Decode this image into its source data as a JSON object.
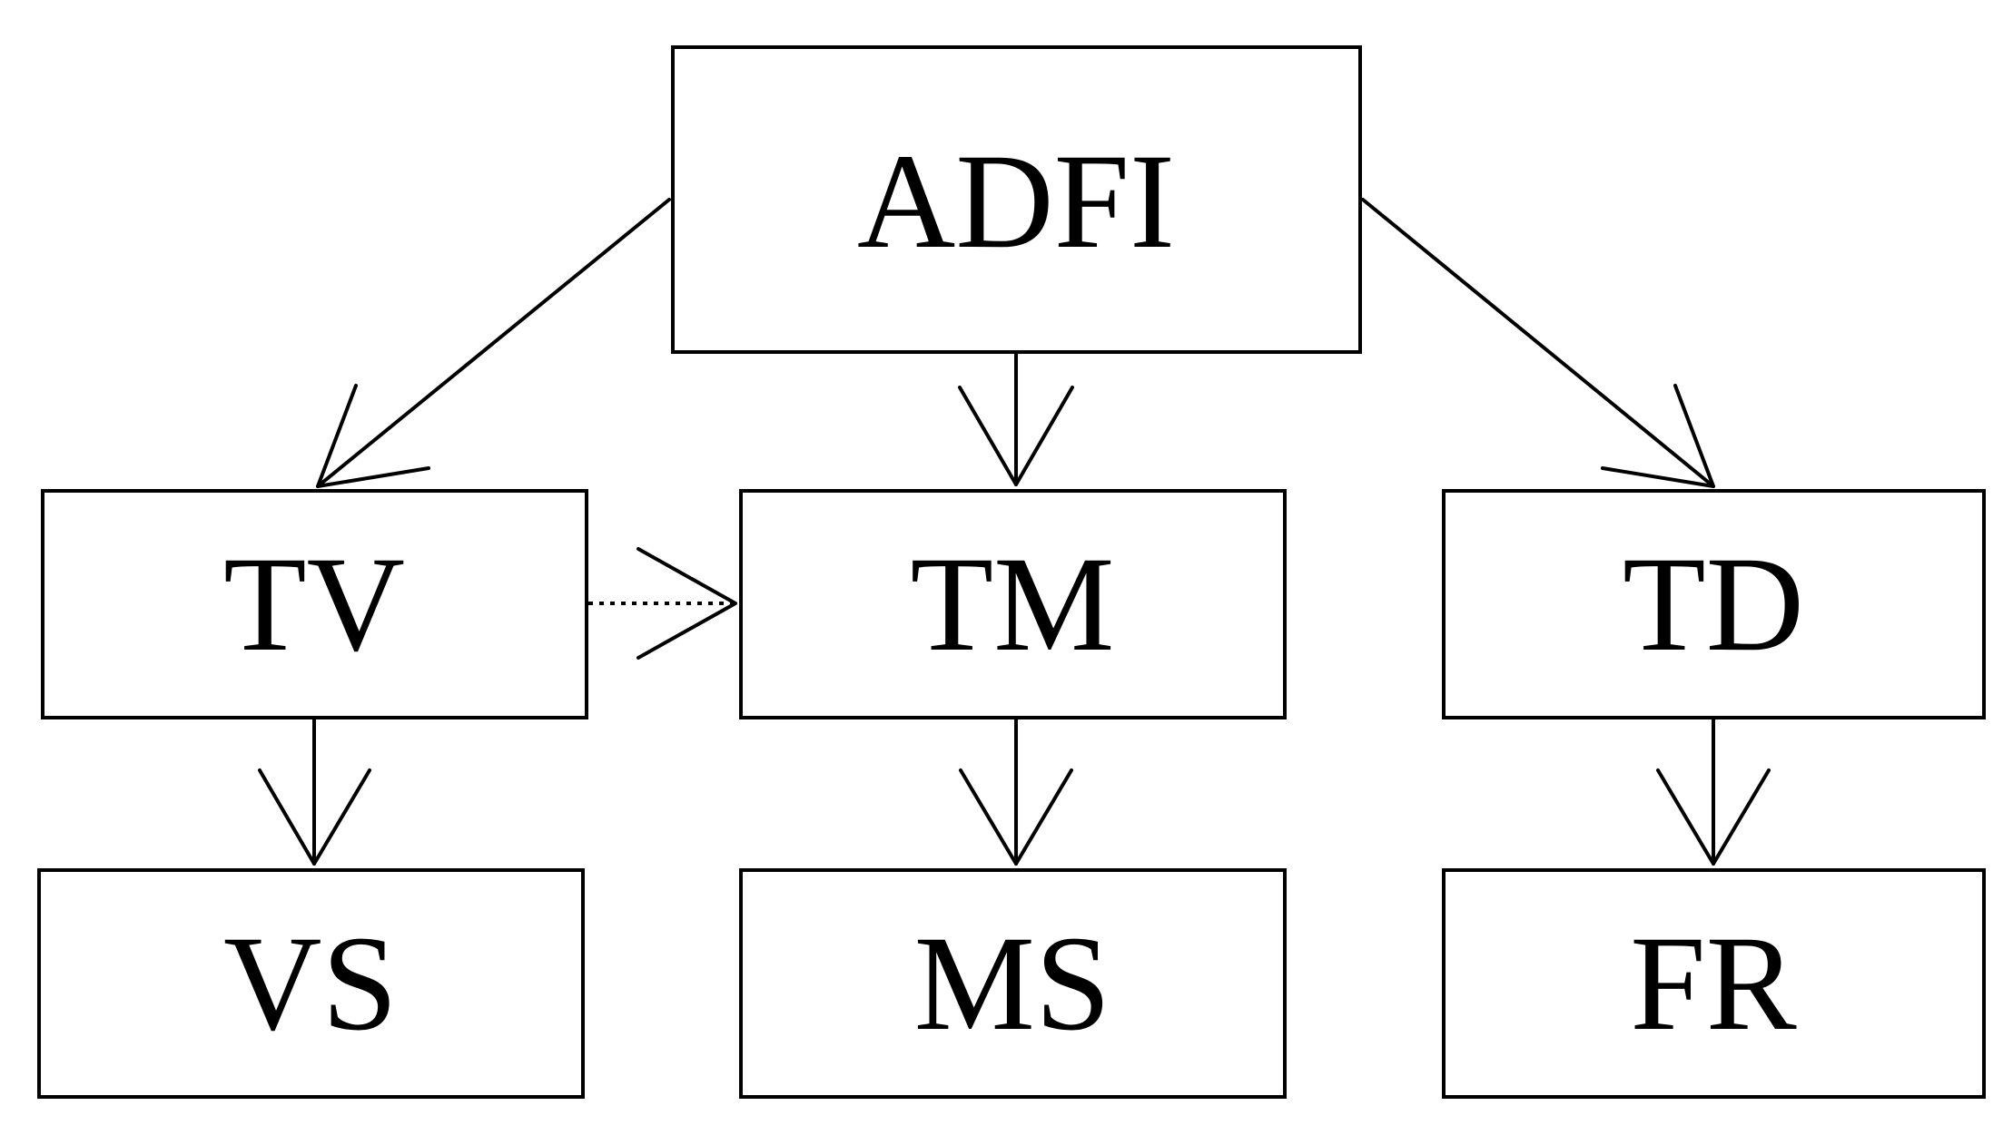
{
  "diagram": {
    "nodes": {
      "adfi": {
        "label": "ADFI"
      },
      "tv": {
        "label": "TV"
      },
      "tm": {
        "label": "TM"
      },
      "td": {
        "label": "TD"
      },
      "vs": {
        "label": "VS"
      },
      "ms": {
        "label": "MS"
      },
      "fr": {
        "label": "FR"
      }
    },
    "edges": [
      {
        "from": "ADFI",
        "to": "TV",
        "style": "solid"
      },
      {
        "from": "ADFI",
        "to": "TM",
        "style": "solid"
      },
      {
        "from": "ADFI",
        "to": "TD",
        "style": "solid"
      },
      {
        "from": "TV",
        "to": "TM",
        "style": "dotted"
      },
      {
        "from": "TV",
        "to": "VS",
        "style": "solid"
      },
      {
        "from": "TM",
        "to": "MS",
        "style": "solid"
      },
      {
        "from": "TD",
        "to": "FR",
        "style": "solid"
      }
    ],
    "colors": {
      "stroke": "#000000",
      "background": "#ffffff"
    }
  }
}
